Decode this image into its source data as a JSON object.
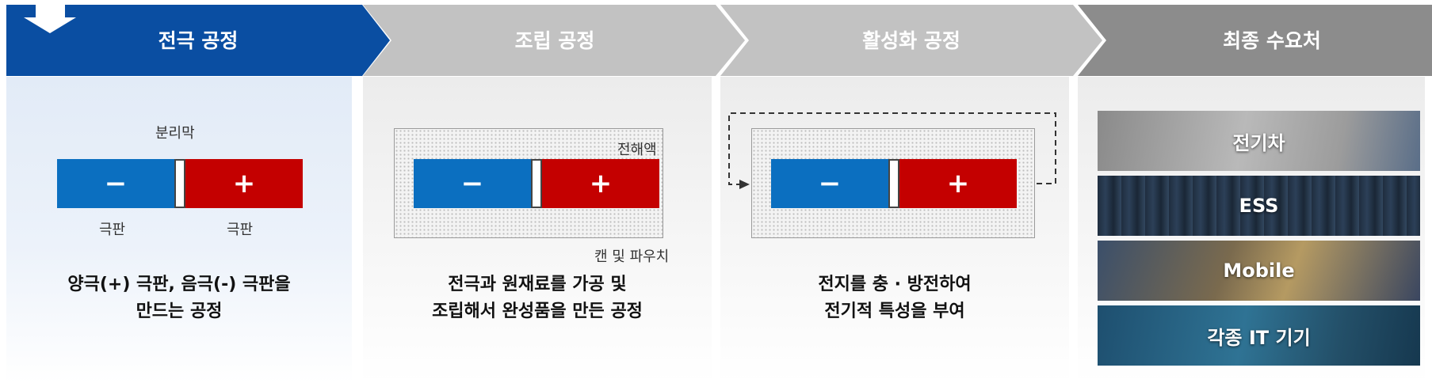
{
  "colors": {
    "active_step": "#0a4ea2",
    "inactive_step": "#c2c2c2",
    "final_step": "#8c8c8c",
    "negative_electrode": "#0b6fc0",
    "positive_electrode": "#c40000"
  },
  "steps": [
    {
      "title": "전극 공정"
    },
    {
      "title": "조립 공정"
    },
    {
      "title": "활성화 공정"
    },
    {
      "title": "최종 수요처"
    }
  ],
  "electrode": {
    "separator_label": "분리막",
    "negative_sign": "−",
    "positive_sign": "+",
    "negative_plate_label": "극판",
    "positive_plate_label": "극판",
    "description": [
      "양극(+) 극판, 음극(-) 극판을",
      "만드는 공정"
    ]
  },
  "assembly": {
    "electrolyte_label": "전해액",
    "negative_sign": "−",
    "positive_sign": "+",
    "case_label": "캔 및 파우치",
    "description": [
      "전극과 원재료를 가공 및",
      "조립해서 완성품을 만든 공정"
    ]
  },
  "activation": {
    "negative_sign": "−",
    "positive_sign": "+",
    "description": [
      "전지를 충 · 방전하여",
      "전기적 특성을 부여"
    ]
  },
  "demand": {
    "items": [
      "전기차",
      "ESS",
      "Mobile",
      "각종 IT 기기"
    ]
  }
}
